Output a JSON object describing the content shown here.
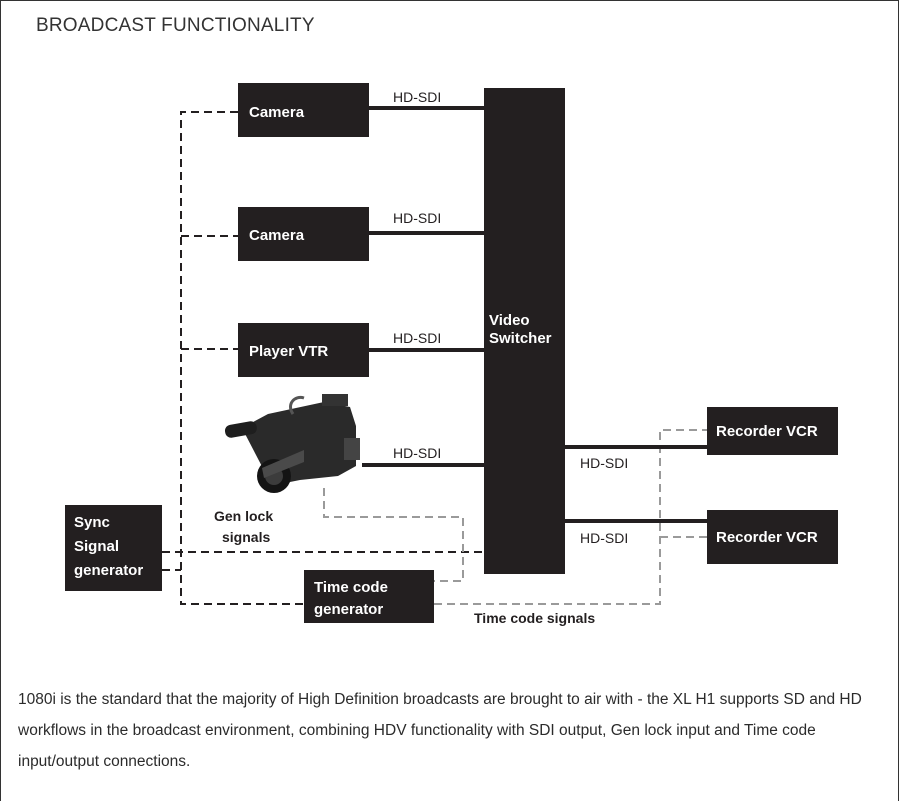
{
  "section": {
    "title": "BROADCAST FUNCTIONALITY"
  },
  "diagram": {
    "boxes": {
      "camera_1": "Camera",
      "camera_2": "Camera",
      "player_vtr": "Player VTR",
      "video_switcher_line1": "Video",
      "video_switcher_line2": "Switcher",
      "recorder_vcr_1": "Recorder VCR",
      "recorder_vcr_2": "Recorder VCR",
      "sync_line1": "Sync",
      "sync_line2": "Signal",
      "sync_line3": "generator",
      "timecode_line1": "Time code",
      "timecode_line2": "generator"
    },
    "connection_labels": {
      "hd_sdi": "HD-SDI"
    },
    "annotations": {
      "gen_lock_line1": "Gen lock",
      "gen_lock_line2": "signals",
      "time_code_signals": "Time code signals"
    },
    "colors": {
      "box_fill": "#231f20",
      "genlock_line": "#231f20",
      "timecode_line": "#9a9a9a"
    }
  },
  "description": "1080i is the standard that the majority of High Definition broadcasts are brought to air with - the XL H1 supports SD and HD workflows in the broadcast environment, combining HDV functionality with SDI output, Gen lock input and Time code input/output connections."
}
